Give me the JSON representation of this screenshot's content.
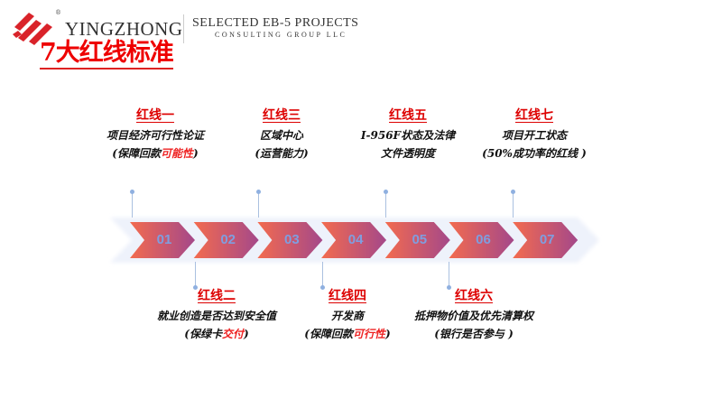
{
  "header": {
    "brand": "YINGZHONG",
    "registered": "®",
    "tagline1": "SELECTED EB-5 PROJECTS",
    "tagline2": "CONSULTING GROUP LLC",
    "title": "7大红线标准"
  },
  "steps": [
    "01",
    "02",
    "03",
    "04",
    "05",
    "06",
    "07"
  ],
  "top_items": [
    {
      "heading": "红线一",
      "line1": "项目经济可行性论证",
      "line2_pre": "(保障回款",
      "line2_red": "可能性",
      "line2_post": ")"
    },
    {
      "heading": "红线三",
      "line1": "区域中心",
      "line2_pre": "(运营能力)",
      "line2_red": "",
      "line2_post": ""
    },
    {
      "heading": "红线五",
      "line1": "I-956F状态及法律",
      "line2_pre": "文件透明度",
      "line2_red": "",
      "line2_post": ""
    },
    {
      "heading": "红线七",
      "line1": "项目开工状态",
      "line2_pre": "(50%成功率的红线 )",
      "line2_red": "",
      "line2_post": ""
    }
  ],
  "bottom_items": [
    {
      "heading": "红线二",
      "line1": "就业创造是否达到安全值",
      "line2_pre": "(保绿卡",
      "line2_red": "交付",
      "line2_post": ")"
    },
    {
      "heading": "红线四",
      "line1": "开发商",
      "line2_pre": "(保障回款",
      "line2_red": "可行性",
      "line2_post": ")"
    },
    {
      "heading": "红线六",
      "line1": "抵押物价值及优先清算权",
      "line2_pre": "(银行是否参与 )",
      "line2_red": "",
      "line2_post": ""
    }
  ],
  "colors": {
    "accent": "#e00000",
    "gradient_start": "#f36b4f",
    "gradient_end": "#a4488a",
    "number": "#7f9ee0"
  }
}
